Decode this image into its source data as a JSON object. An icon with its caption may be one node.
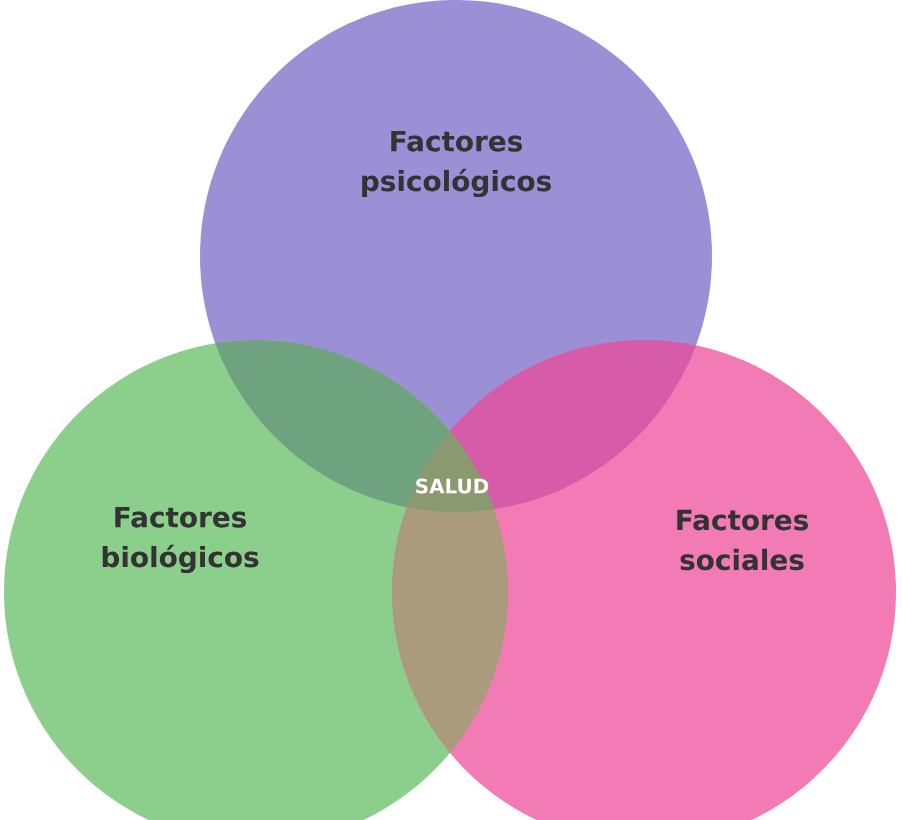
{
  "diagram": {
    "nodes": [
      {
        "text": [
          "Factores psicológicos"
        ]
      },
      {
        "text": [
          "Factores biológicos"
        ]
      },
      {
        "text": [
          "Factores sociales"
        ]
      }
    ],
    "labels": [
      "SALUD"
    ]
  }
}
